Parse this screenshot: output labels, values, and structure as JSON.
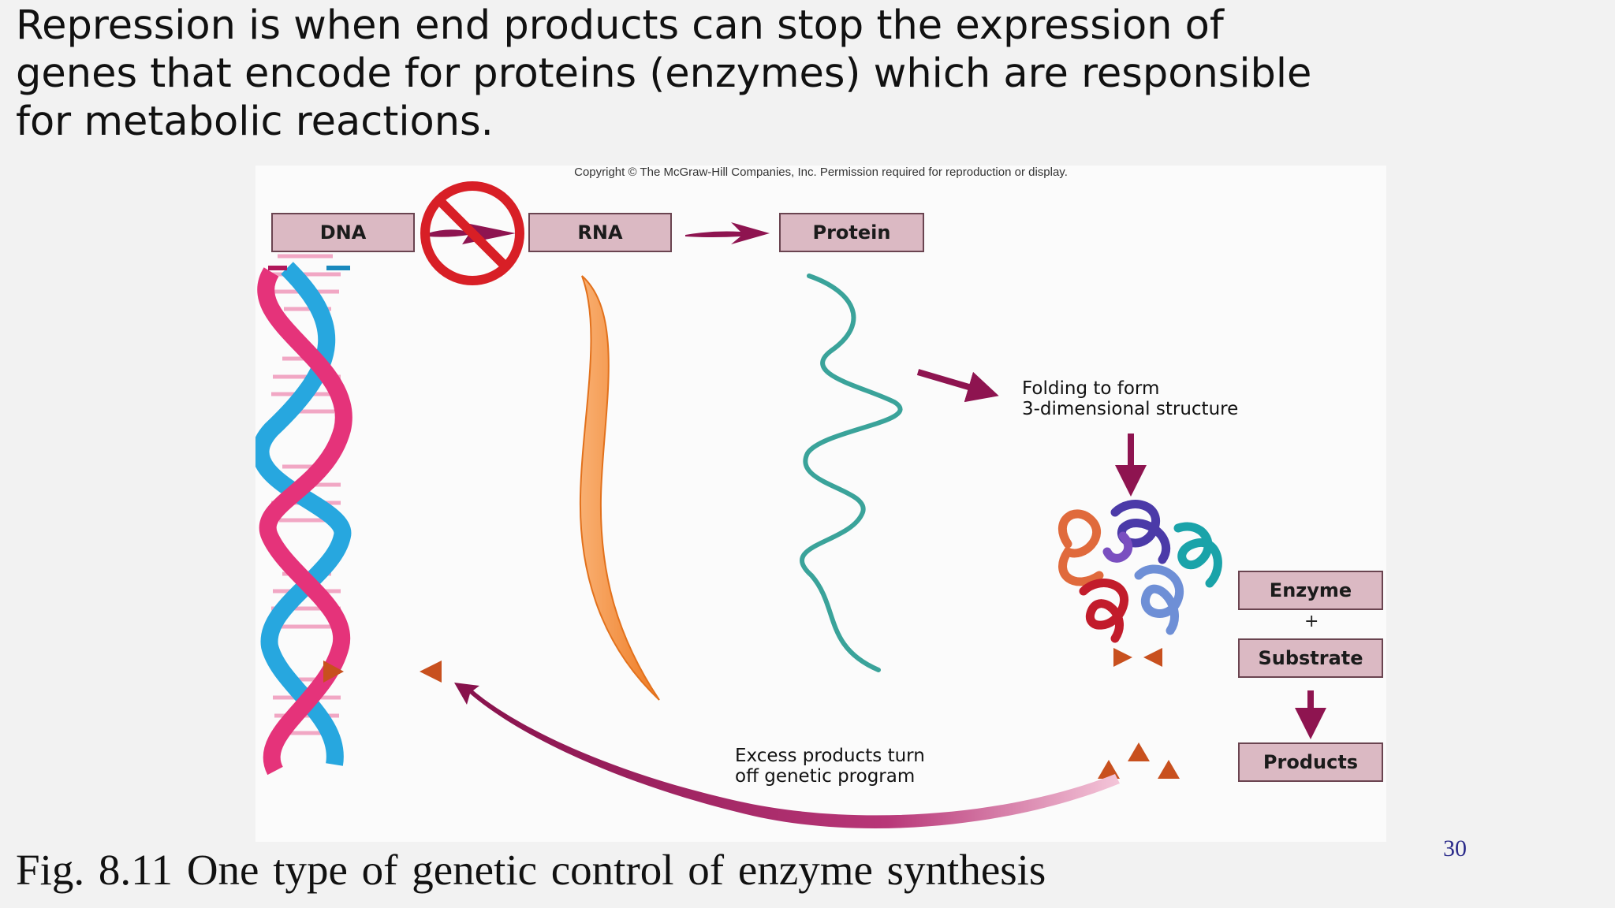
{
  "heading": {
    "line1": "Repression is when end products can stop the expression of",
    "line2": "genes that encode for proteins (enzymes) which are responsible",
    "line3": "for metabolic reactions."
  },
  "figure": {
    "copyright": "Copyright © The McGraw-Hill Companies, Inc. Permission required for reproduction or display.",
    "boxes": {
      "dna": "DNA",
      "rna": "RNA",
      "protein": "Protein",
      "enzyme": "Enzyme",
      "substrate": "Substrate",
      "products": "Products"
    },
    "plus": "+",
    "folding_label": {
      "line1": "Folding to form",
      "line2": "3-dimensional structure"
    },
    "excess_label": {
      "line1": "Excess products turn",
      "line2": "off genetic program"
    },
    "colors": {
      "box_fill": "#dbb9c3",
      "arrow": "#8e1450",
      "prohibition": "#d81f26",
      "dna_pink": "#e5337a",
      "dna_blue": "#27a7df",
      "rna": "#f48a34",
      "polypeptide": "#3aa39a",
      "product": "#c8501e"
    }
  },
  "caption": "Fig. 8.11 One type of genetic control of enzyme synthesis",
  "page_number": "30"
}
